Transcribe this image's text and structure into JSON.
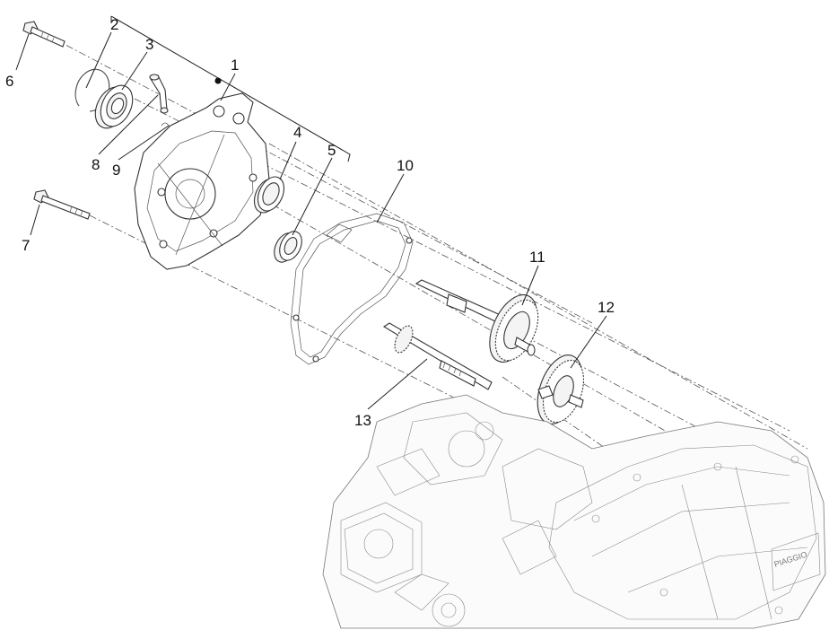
{
  "callouts": [
    {
      "id": "1",
      "label": "1"
    },
    {
      "id": "2",
      "label": "2"
    },
    {
      "id": "3",
      "label": "3"
    },
    {
      "id": "4",
      "label": "4"
    },
    {
      "id": "5",
      "label": "5"
    },
    {
      "id": "6",
      "label": "6"
    },
    {
      "id": "7",
      "label": "7"
    },
    {
      "id": "8",
      "label": "8"
    },
    {
      "id": "9",
      "label": "9"
    },
    {
      "id": "10",
      "label": "10"
    },
    {
      "id": "11",
      "label": "11"
    },
    {
      "id": "12",
      "label": "12"
    },
    {
      "id": "13",
      "label": "13"
    }
  ],
  "engine_logo_text": "PIAGGIO",
  "colors": {
    "line": "#333333",
    "background": "#ffffff"
  }
}
